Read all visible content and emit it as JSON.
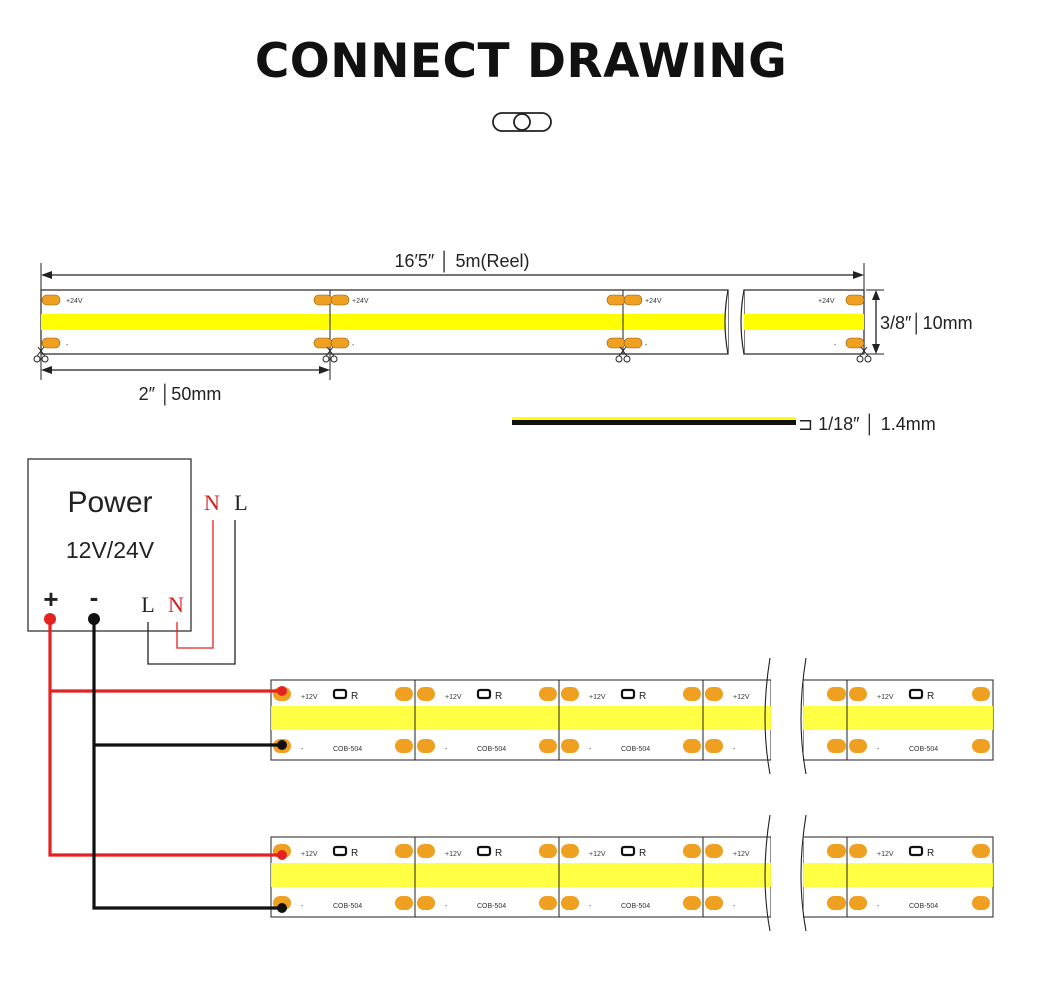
{
  "title": "CONNECT DRAWING",
  "colors": {
    "led_strip": "#ffff00",
    "pad": "#f0a020",
    "positive_wire": "#e52222",
    "negative_wire": "#111111",
    "n_label": "#d42020"
  },
  "top_strip": {
    "length_label": "16′5″ │ 5m(Reel)",
    "width_label": "3/8″│10mm",
    "cut_label": "2″ │50mm",
    "thickness_label": "⊐ 1/18″ │ 1.4mm",
    "pad_positive": "+24V",
    "pad_negative": "-"
  },
  "power_supply": {
    "title": "Power",
    "voltage": "12V/24V",
    "plus": "+",
    "minus": "-",
    "terminal_l": "L",
    "terminal_n": "N",
    "mains_n": "N",
    "mains_l": "L"
  },
  "lower_strip": {
    "pad_positive": "+12V",
    "resistor": "R",
    "pad_negative": "-",
    "model": "COB-504"
  }
}
